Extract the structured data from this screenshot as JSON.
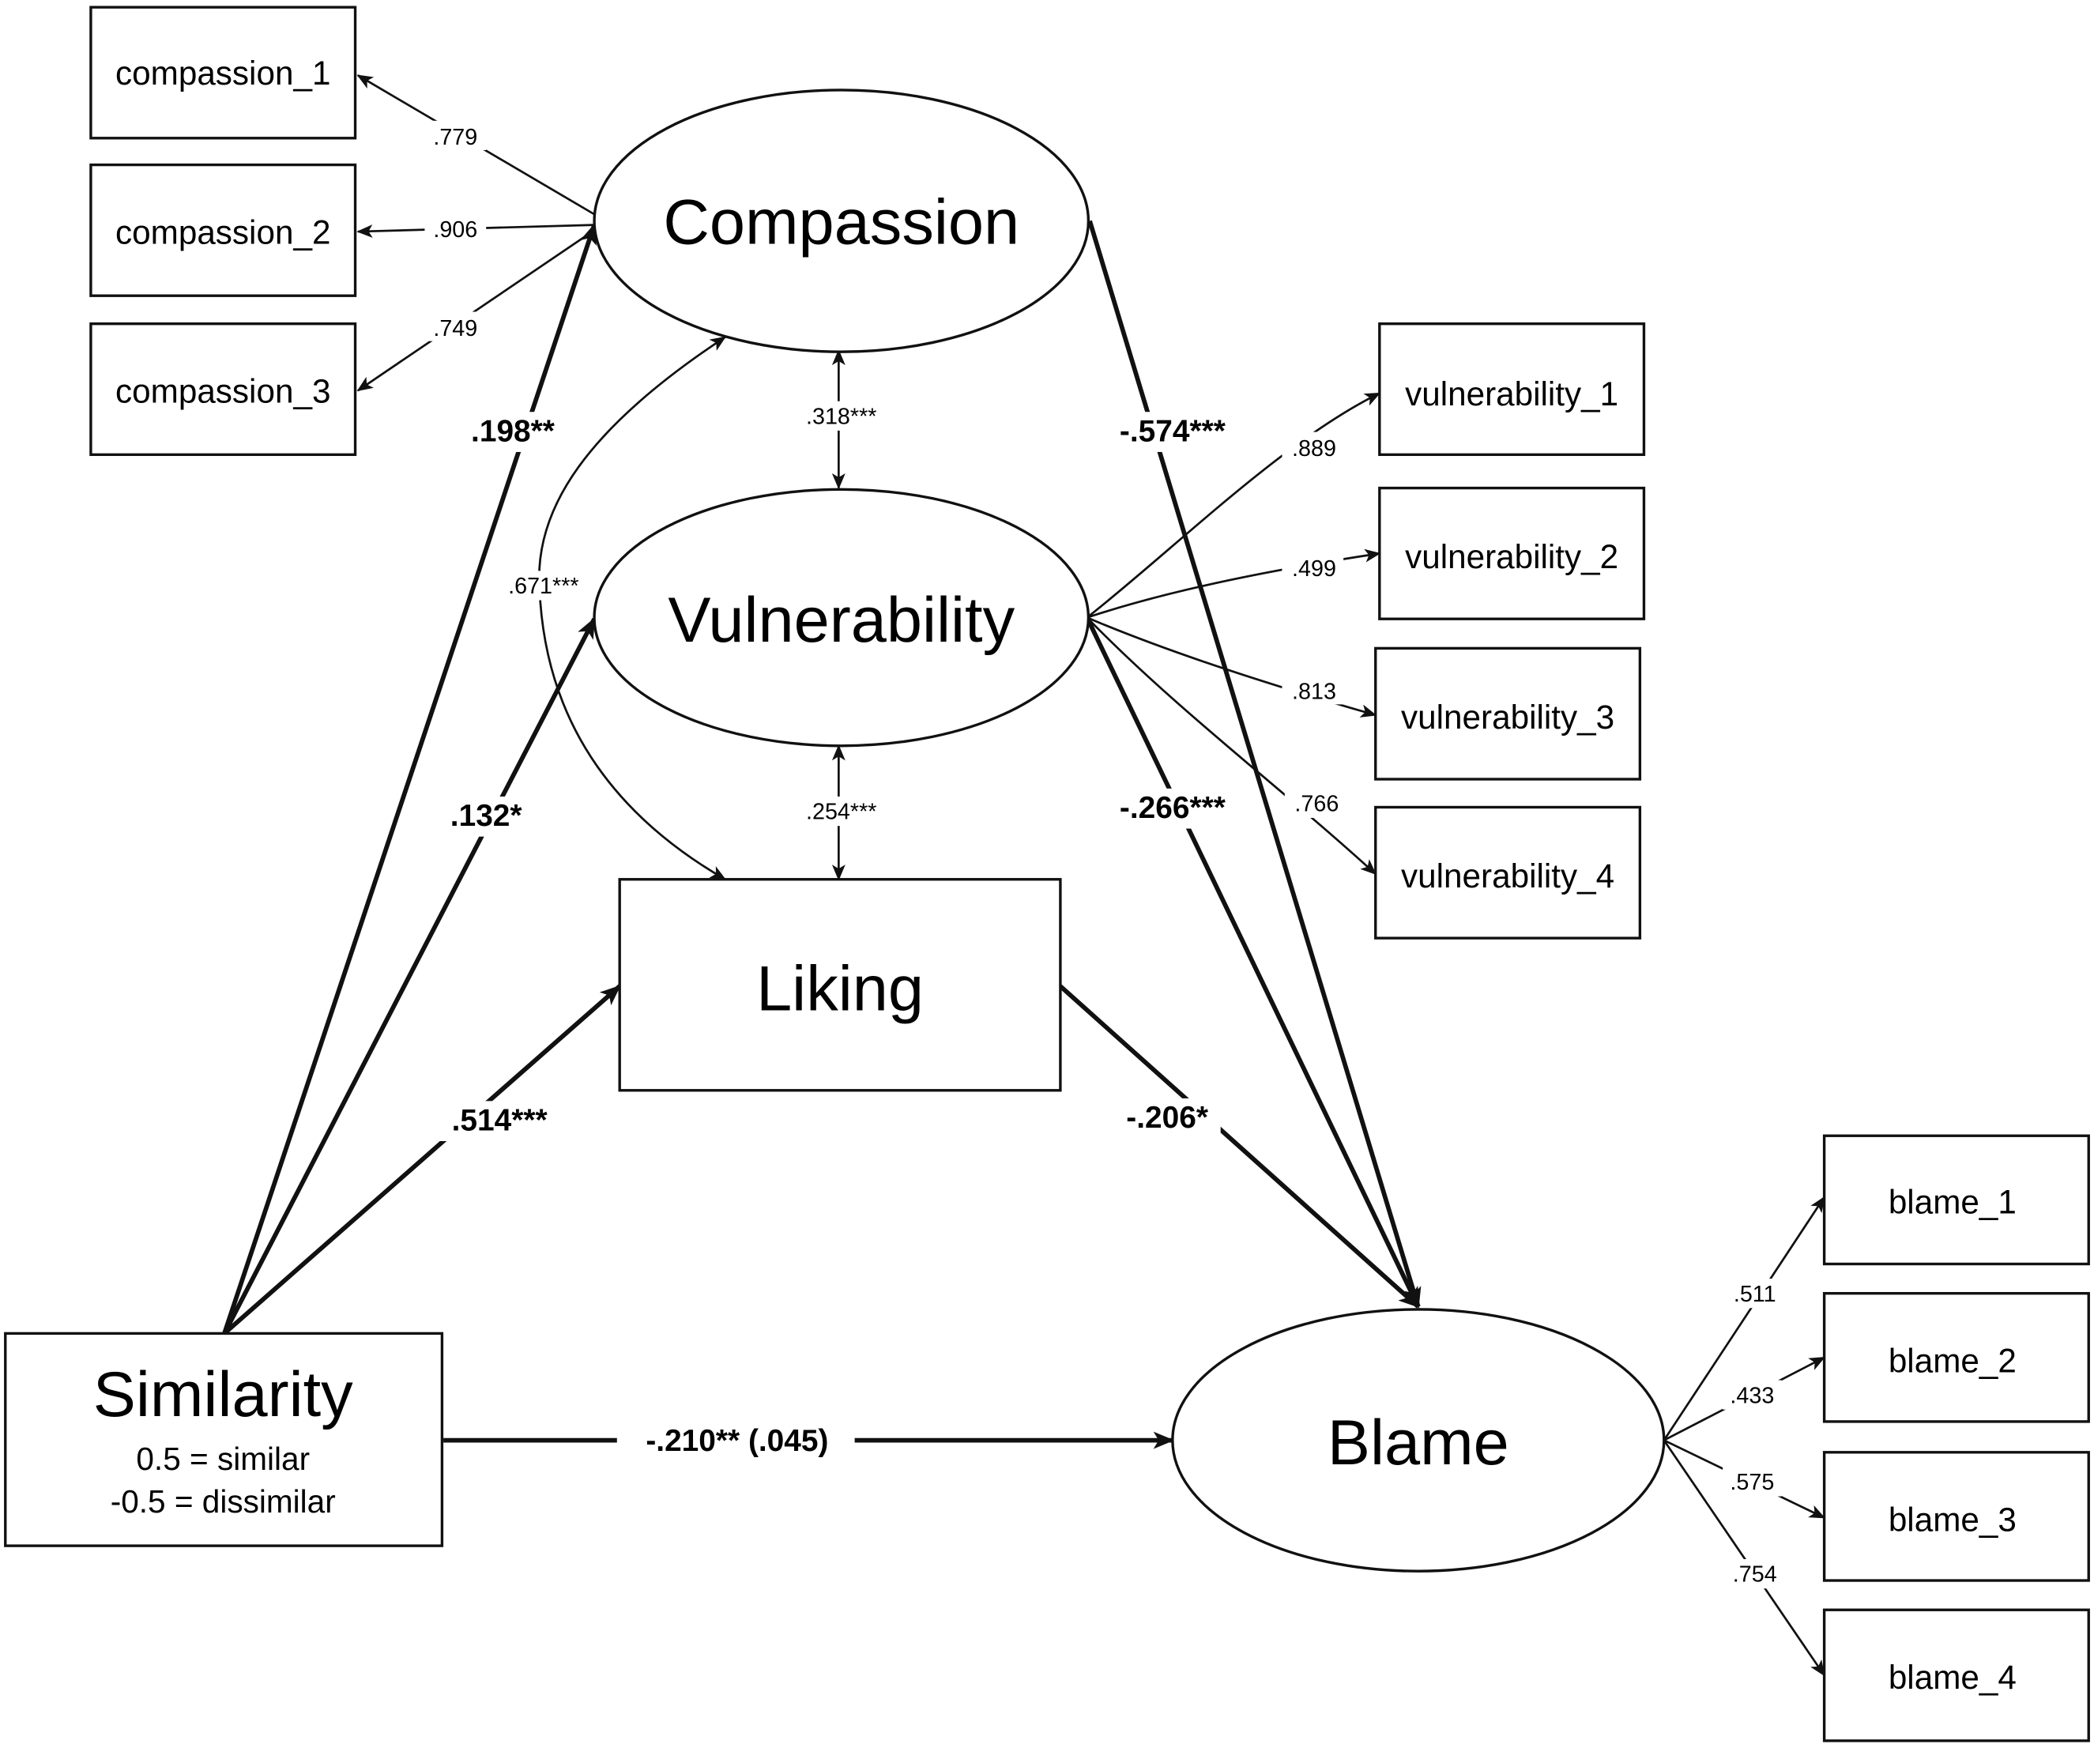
{
  "latent": {
    "compassion": "Compassion",
    "vulnerability": "Vulnerability",
    "blame": "Blame"
  },
  "observed": {
    "liking": "Liking",
    "similarity": "Similarity",
    "similarity_note_1": "0.5 = similar",
    "similarity_note_2": "-0.5 = dissimilar"
  },
  "indicators": {
    "compassion": [
      "compassion_1",
      "compassion_2",
      "compassion_3"
    ],
    "vulnerability": [
      "vulnerability_1",
      "vulnerability_2",
      "vulnerability_3",
      "vulnerability_4"
    ],
    "blame": [
      "blame_1",
      "blame_2",
      "blame_3",
      "blame_4"
    ]
  },
  "loadings": {
    "compassion": [
      ".779",
      ".906",
      ".749"
    ],
    "vulnerability": [
      ".889",
      ".499",
      ".813",
      ".766"
    ],
    "blame": [
      ".511",
      ".433",
      ".575",
      ".754"
    ]
  },
  "paths": {
    "similarity_to_compassion": ".198**",
    "similarity_to_vulnerability": ".132*",
    "similarity_to_liking": ".514***",
    "similarity_to_blame": "-.210** (.045)",
    "compassion_to_blame": "-.574***",
    "vulnerability_to_blame": "-.266***",
    "liking_to_blame": "-.206*"
  },
  "covariances": {
    "compassion_vulnerability": ".318***",
    "vulnerability_liking": ".254***",
    "compassion_liking": ".671***"
  }
}
